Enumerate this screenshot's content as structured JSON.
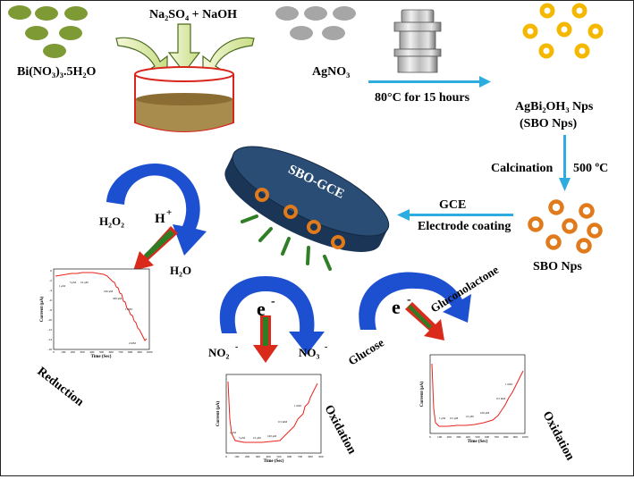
{
  "precursors": {
    "bismuth_salt": "Bi(NO₃)₃.5H₂O",
    "reagents": "Na₂SO₄ + NaOH",
    "silver_salt": "AgNO₃"
  },
  "steps": {
    "hydrothermal": "80°C for 15 hours",
    "product_line1": "AgBi₂OH₃ Nps",
    "product_line2": "(SBO Nps)",
    "calcination": "Calcination",
    "calcination_temp": "500 ºC",
    "sbo_nps": "SBO Nps",
    "gce": "GCE",
    "electrode_coating": "Electrode coating",
    "electrode_label": "SBO-GCE"
  },
  "reactions": {
    "h2o2": "H₂O₂",
    "h_plus": "H",
    "h_plus_sup": "+",
    "h2o": "H₂O",
    "electron_1": "e",
    "electron_1_sup": "-",
    "nitrite": "NO₂",
    "nitrite_sup": "-",
    "nitrate": "NO₃",
    "nitrate_sup": "-",
    "electron_2": "e",
    "electron_2_sup": "-",
    "glucose": "Glucose",
    "gluconolactone": "Gluconolactone"
  },
  "processes": {
    "reduction": "Reduction",
    "oxidation_1": "Oxidation",
    "oxidation_2": "Oxidation"
  },
  "plots": {
    "plot1": {
      "ylabel": "Current (μA)",
      "xlabel": "Time (Sec)",
      "xticks": [
        "0",
        "100",
        "200",
        "300",
        "400",
        "500",
        "600",
        "700",
        "800",
        "900",
        "1000"
      ],
      "yticks": [
        "0",
        "-2",
        "-4",
        "-6",
        "-8",
        "-10",
        "-12",
        "-14",
        "-16"
      ],
      "annotations": [
        "1 μM",
        "5 μM",
        "10 μM",
        "100 μM",
        "500 μM",
        "1 mM",
        "2 mM"
      ]
    },
    "plot2": {
      "ylabel": "Current (μA)",
      "xlabel": "Time (Sec)",
      "xticks": [
        "0",
        "100",
        "200",
        "300",
        "400",
        "500",
        "600",
        "700",
        "800",
        "900"
      ],
      "annotations": [
        "1 μM",
        "5 μM",
        "10 μM",
        "100 μM",
        "0.5 mM",
        "1 mM"
      ]
    },
    "plot3": {
      "ylabel": "Current (μA)",
      "xlabel": "Time (Sec)",
      "xticks": [
        "0",
        "100",
        "200",
        "300",
        "400",
        "500",
        "600",
        "700",
        "800",
        "900",
        "1000"
      ],
      "annotations": [
        "1 μM",
        "0.5 μM",
        "10 μM",
        "100 μM",
        "0.5 mM",
        "1 mM"
      ]
    }
  },
  "colors": {
    "green_particle": "#7d9a35",
    "gray_particle": "#a6a6a6",
    "gold_particle": "#f5b800",
    "orange_ring": "#e07a1a",
    "blue_arrow": "#2dace0",
    "curved_arrow": "#1d4fd1",
    "red_arrow": "#d92a1c",
    "electrode": "#1f3a5f",
    "curve": "#e8231a"
  }
}
